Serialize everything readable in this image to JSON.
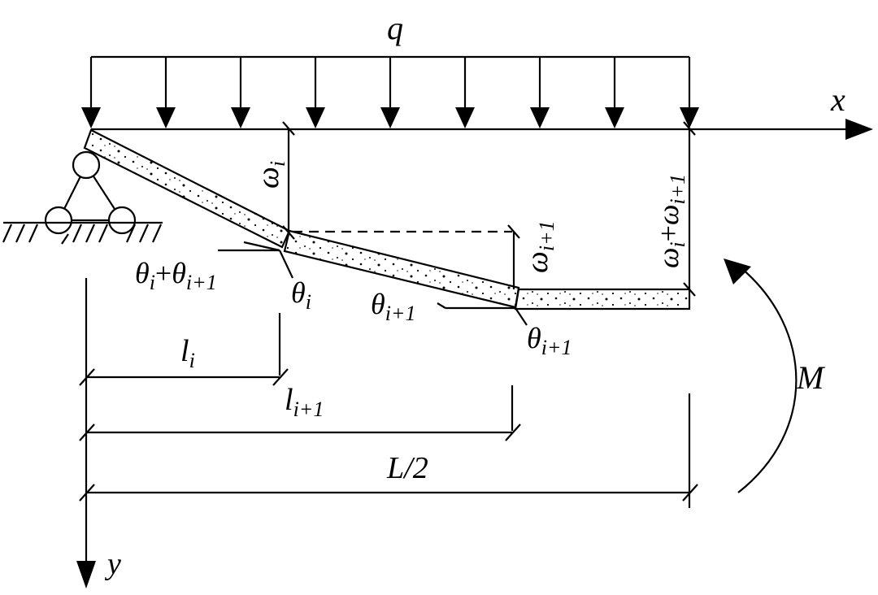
{
  "load": {
    "label": "q"
  },
  "axes": {
    "x_label": "x",
    "y_label": "y"
  },
  "moment": {
    "label": "M"
  },
  "deflections": [
    {
      "sym": "ω",
      "sub": "i"
    },
    {
      "sym": "ω",
      "sub": "i+1"
    },
    {
      "sym": "ω",
      "sub": "i",
      "op": "+",
      "sym2": "ω",
      "sub2": "i+1"
    }
  ],
  "angles": [
    {
      "sym": "θ",
      "sub": "i",
      "op": "+",
      "sym2": "θ",
      "sub2": "i+1"
    },
    {
      "sym": "θ",
      "sub": "i"
    },
    {
      "sym": "θ",
      "sub": "i+1"
    },
    {
      "sym": "θ",
      "sub": "i+1"
    }
  ],
  "dimensions": [
    {
      "sym": "l",
      "sub": "i"
    },
    {
      "sym": "l",
      "sub": "i+1"
    },
    {
      "label": "L/2"
    }
  ]
}
